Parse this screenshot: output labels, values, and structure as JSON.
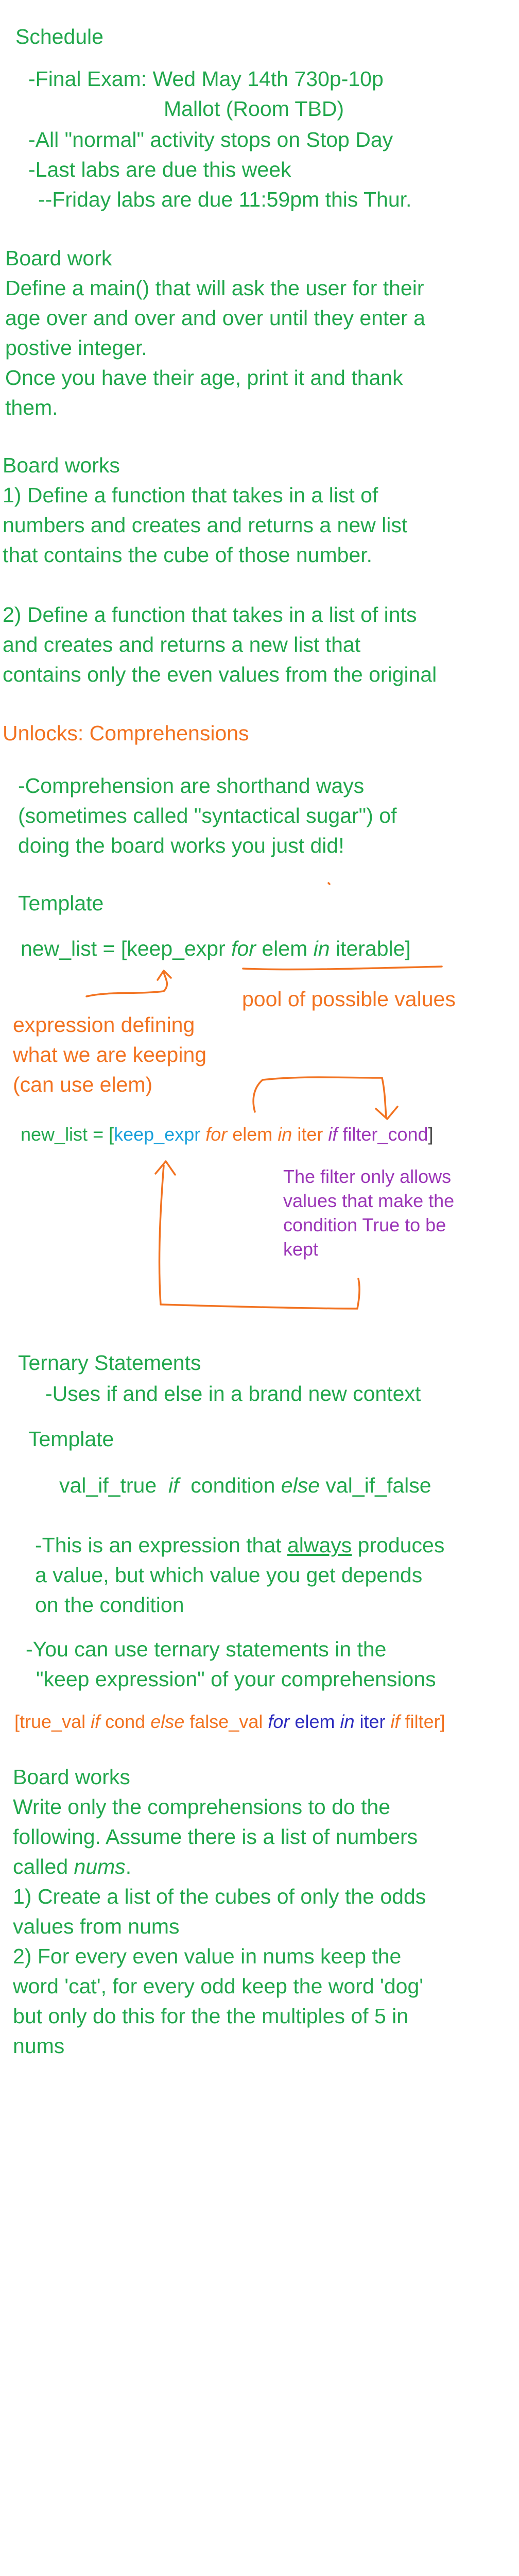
{
  "schedule": {
    "title": "Schedule",
    "final_exam": "-Final Exam: Wed May 14th 730p-10p",
    "location": "Mallot (Room TBD)",
    "stop_day": "-All \"normal\" activity stops on Stop Day",
    "last_labs": "-Last labs are due this week",
    "friday_labs": "--Friday labs are due 11:59pm this Thur."
  },
  "board_work_1": {
    "title": "Board work",
    "line1": "Define a main() that will ask the user for their",
    "line2": "age over and over and over until they enter a",
    "line3": "postive integer.",
    "line4": "Once you have their age, print it and thank",
    "line5": "them."
  },
  "board_works_2": {
    "title": "Board works",
    "q1_line1": "1) Define a function that takes in a list of",
    "q1_line2": "numbers and creates and returns a new list",
    "q1_line3": "that contains the cube of those number.",
    "q2_line1": "2) Define a function that takes in a list of ints",
    "q2_line2": "and creates and returns a new list that",
    "q2_line3": "contains only the even values from the original"
  },
  "unlocks": {
    "title": "Unlocks: Comprehensions",
    "desc_line1": "-Comprehension are shorthand ways",
    "desc_line2": "(sometimes called \"syntactical sugar\") of",
    "desc_line3": "doing the board works you just did!",
    "template_title": "Template",
    "template": {
      "prefix": "new_list = [keep_expr ",
      "for": "for",
      "mid": " elem ",
      "in": "in",
      "suffix": " iterable]"
    },
    "pool_label": "pool of possible values",
    "expr_line1": "expression defining",
    "expr_line2": "what we are keeping",
    "expr_line3": "(can use elem)",
    "template2": {
      "prefix": "new_list = [",
      "keep": "keep_expr",
      "for": "for",
      "elem": "elem",
      "in": "in",
      "iter": "iter",
      "if": "if",
      "filter": "filter_cond",
      "close": "]"
    },
    "filter_line1": "The filter only allows",
    "filter_line2": "values that make the",
    "filter_line3": "condition True to be",
    "filter_line4": "kept"
  },
  "ternary": {
    "title": "Ternary Statements",
    "subtitle": "-Uses if and else in a brand new context",
    "template_title": "Template",
    "template": {
      "val_true": "val_if_true",
      "if": "if",
      "condition": "condition",
      "else": "else",
      "val_false": "val_if_false"
    },
    "note1_pre": "-This is an expression that ",
    "note1_always": "always",
    "note1_post": " produces",
    "note1_line2": "a value, but which value you get depends",
    "note1_line3": "on the condition",
    "note2_line1": "-You can use ternary statements in the",
    "note2_line2": "\"keep expression\" of your comprehensions",
    "combined": {
      "open": "[",
      "true_val": "true_val",
      "if": "if",
      "cond": "cond",
      "else": "else",
      "false_val": "false_val",
      "for": "for",
      "elem": "elem",
      "in": "in",
      "iter": "iter",
      "if2": "if",
      "filter": "filter",
      "close": "]"
    }
  },
  "board_works_3": {
    "title": "Board works",
    "line1": "Write only the comprehensions to do the",
    "line2": "following. Assume there is a list of numbers",
    "line3_pre": "called ",
    "line3_nums": "nums",
    "line3_post": ".",
    "q1_line1": "1) Create a list of the cubes of only the odds",
    "q1_line2": "values from nums",
    "q2_line1": "2) For every even value in nums keep the",
    "q2_line2": "word 'cat', for every odd keep the word 'dog'",
    "q2_line3": "but only do this for the the multiples of 5 in",
    "q2_line4": "nums"
  },
  "colors": {
    "green": "#21a74c",
    "orange": "#f27321",
    "purple": "#9b36b7",
    "blue": "#1ba1db",
    "navy": "#2e2dbf"
  }
}
